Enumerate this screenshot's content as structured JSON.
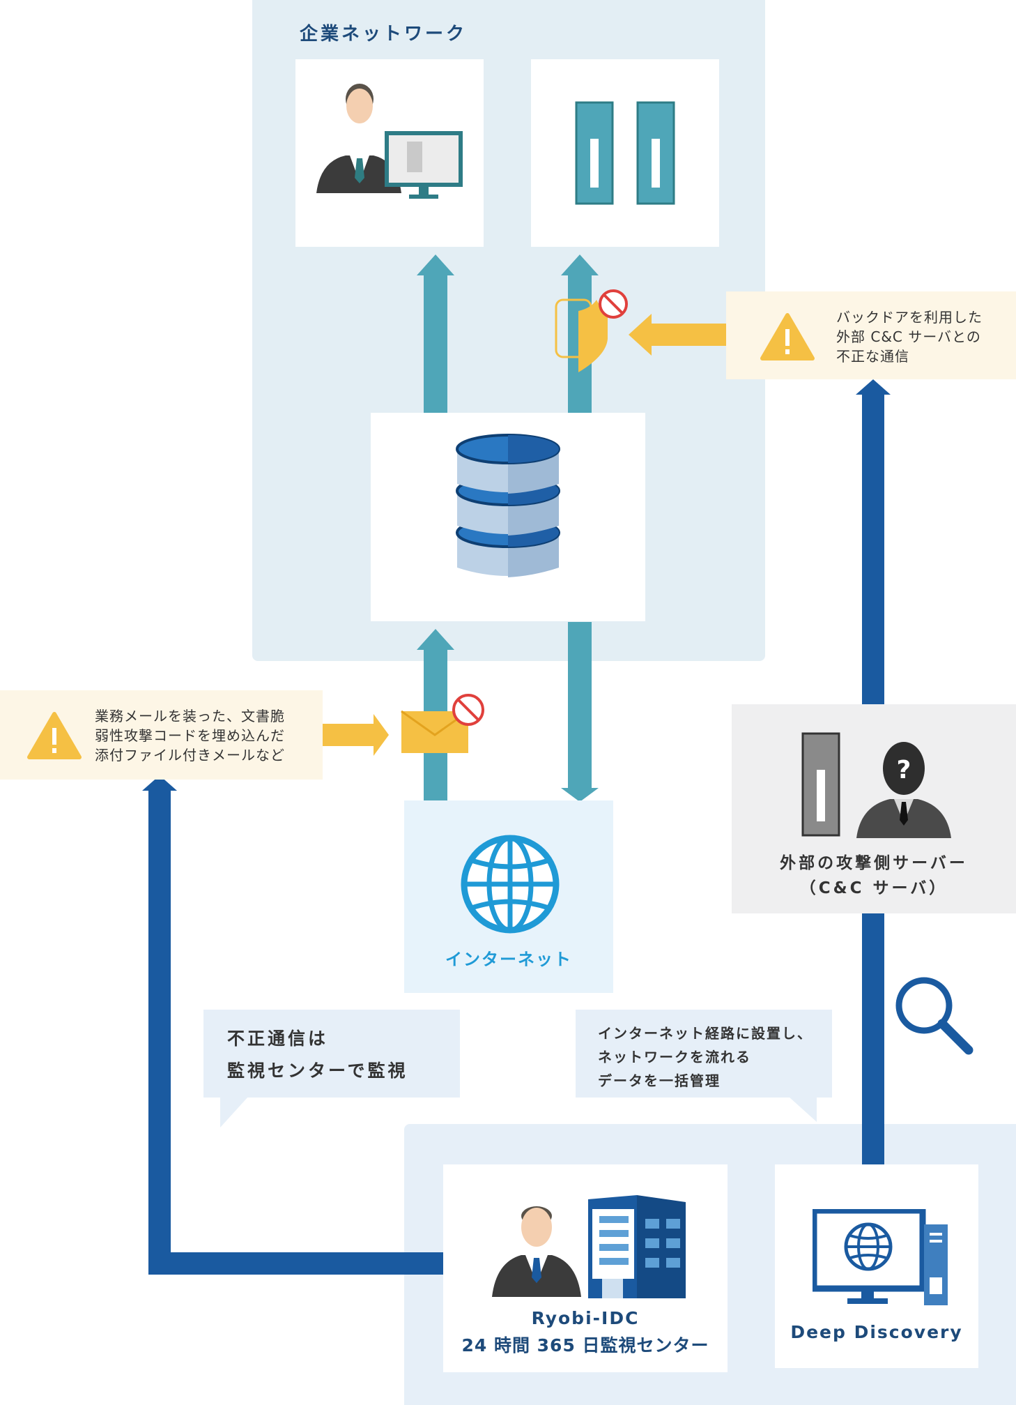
{
  "corporate_network": {
    "label": "企業ネットワーク"
  },
  "alerts": {
    "backdoor": {
      "lines": [
        "バックドアを利用した",
        "外部 C&C サーバとの",
        "不正な通信"
      ]
    },
    "email": {
      "lines": [
        "業務メールを装った、文書脆",
        "弱性攻撃コードを埋め込んだ",
        "添付ファイル付きメールなど"
      ]
    }
  },
  "internet": {
    "label": "インターネット"
  },
  "cnc_server": {
    "lines": [
      "外部の攻撃側サーバー",
      "（C&C サーバ）"
    ]
  },
  "bubbles": {
    "monitoring": {
      "lines": [
        "不正通信は",
        "監視センターで監視"
      ]
    },
    "deep_discovery_note": {
      "lines": [
        "インターネット経路に設置し、",
        "ネットワークを流れる",
        "データを一括管理"
      ]
    }
  },
  "ryobi": {
    "lines": [
      "Ryobi-IDC",
      "24 時間 365 日監視センター"
    ]
  },
  "deep_discovery": {
    "label": "Deep Discovery"
  },
  "colors": {
    "teal": "#4fa6b8",
    "navy": "#1a5aa0",
    "yellow": "#f5c044",
    "warn_bg": "#fdf6e6",
    "network_bg": "#e3eef4",
    "internet_bg": "#e7f3fb",
    "internet_blue": "#1f9ad6",
    "bottom_bg": "#e6eff8",
    "server_bg": "#efeff0"
  }
}
